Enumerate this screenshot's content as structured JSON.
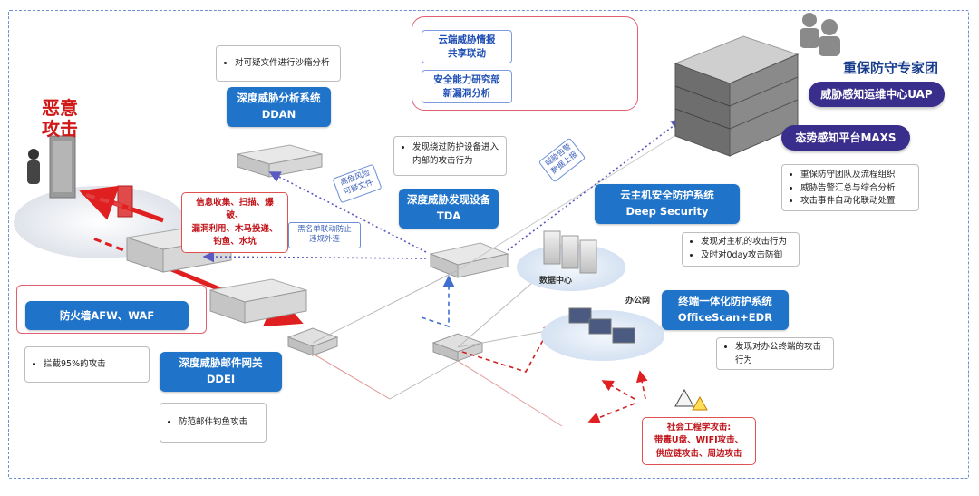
{
  "attack": {
    "title": "恶意\n攻击"
  },
  "top_box": {
    "item1": "云端威胁情报\n共享联动",
    "item2": "安全能力研究部\n新漏洞分析"
  },
  "expert": {
    "title": "重保防守专家团",
    "uap": "威胁感知运维中心UAP",
    "maxs": "态势感知平台MAXS",
    "notes": [
      "重保防守团队及流程组织",
      "威胁告警汇总与综合分析",
      "攻击事件自动化联动处置"
    ]
  },
  "ddan": {
    "note": "对可疑文件进行沙箱分析",
    "label": "深度威胁分析系统\nDDAN"
  },
  "tda": {
    "notes": [
      "发现绕过防护设备进入内部的攻击行为"
    ],
    "label": "深度威胁发现设备\nTDA"
  },
  "tags": {
    "suspicious": "高危风险\n可疑文件",
    "blacklist": "黑名单联动防止\n违规外连",
    "alert": "威胁告警\n数据上报"
  },
  "attack_types": "信息收集、扫描、爆破、\n漏洞利用、木马投递、\n钓鱼、水坑",
  "firewall": {
    "label": "防火墙AFW、WAF",
    "note": "拦截95%的攻击"
  },
  "ddei": {
    "label": "深度威胁邮件网关\nDDEI",
    "note": "防范邮件钓鱼攻击"
  },
  "deep_security": {
    "label": "云主机安全防护系统\nDeep Security",
    "notes": [
      "发现对主机的攻击行为",
      "及时对0day攻击防御"
    ]
  },
  "datacenter": {
    "label": "数据中心"
  },
  "office": {
    "label": "办公网"
  },
  "officescan": {
    "label": "终端一体化防护系统\nOfficeScan+EDR",
    "notes": [
      "发现对办公终端的攻击行为"
    ]
  },
  "social": "社会工程学攻击:\n带毒U盘、WIFI攻击、\n供应链攻击、周边攻击",
  "colors": {
    "accent_blue": "#1f73c9",
    "purple": "#3a2e8c",
    "attack_red": "#d01818"
  }
}
